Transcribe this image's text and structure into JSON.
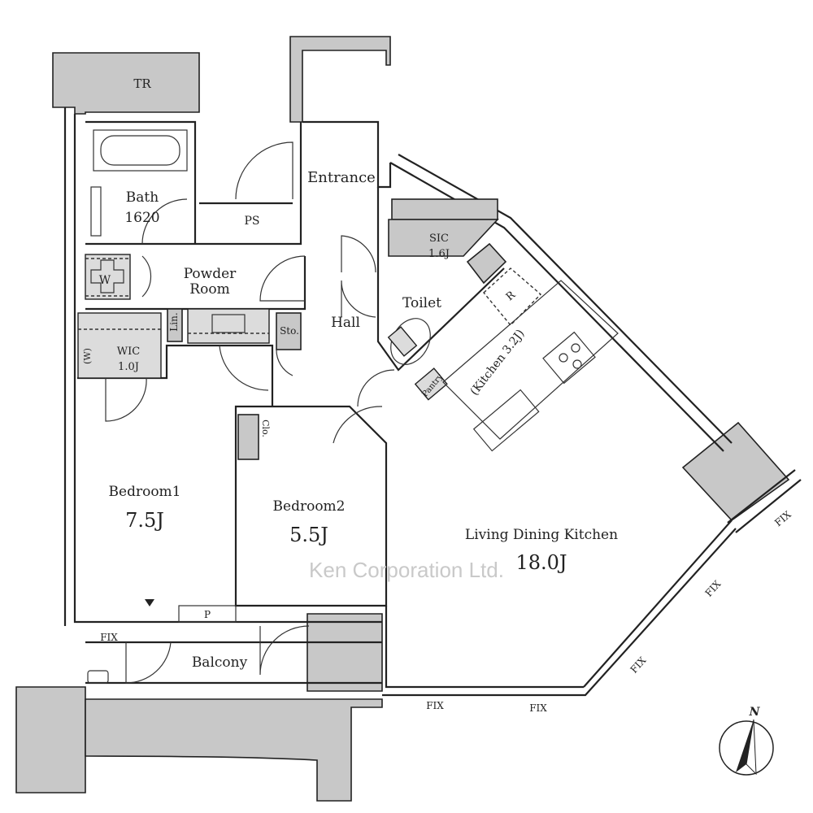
{
  "rooms": {
    "tr": "TR",
    "bath": "Bath",
    "bath_size": "1620",
    "ps": "PS",
    "entrance": "Entrance",
    "sic": "SIC",
    "sic_size": "1.6J",
    "powder_room_1": "Powder",
    "powder_room_2": "Room",
    "w": "W",
    "lin": "Lin.",
    "sto": "Sto.",
    "hall": "Hall",
    "toilet": "Toilet",
    "r": "R",
    "wic": "WIC",
    "wic_size": "1.0J",
    "wic_w": "(W)",
    "pantry": "Pantry",
    "kitchen": "(Kitchen 3.2J)",
    "clo": "Clo.",
    "bedroom1": "Bedroom1",
    "bedroom1_size": "7.5J",
    "bedroom2": "Bedroom2",
    "bedroom2_size": "5.5J",
    "ldk": "Living Dining Kitchen",
    "ldk_size": "18.0J",
    "balcony": "Balcony",
    "p": "P"
  },
  "windows": {
    "fix_balcony": "FIX",
    "fix_bottom_1": "FIX",
    "fix_bottom_2": "FIX",
    "fix_diag_1": "FIX",
    "fix_diag_2": "FIX",
    "fix_diag_3": "FIX"
  },
  "watermark": "Ken Corporation Ltd.",
  "compass": "N"
}
